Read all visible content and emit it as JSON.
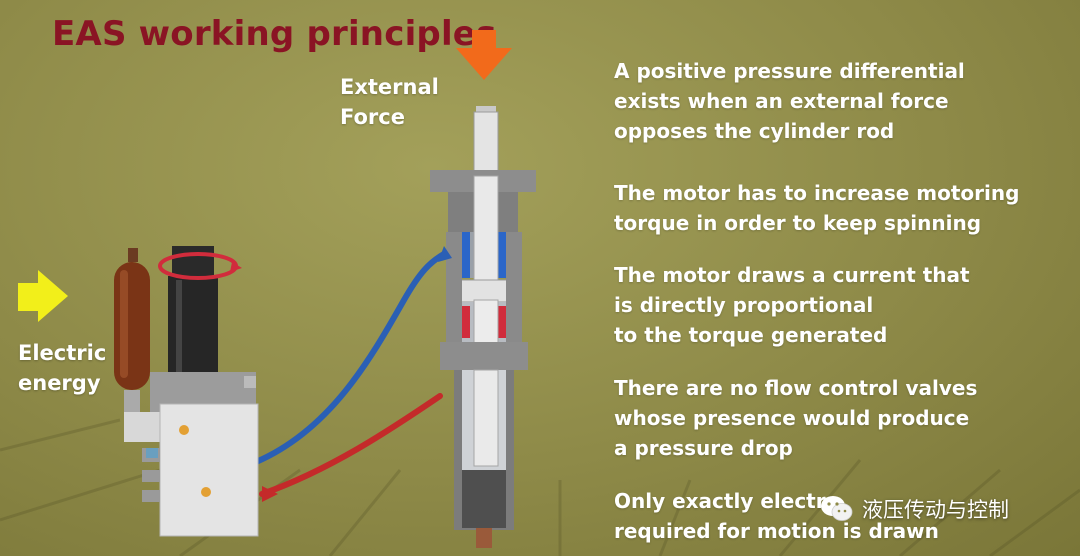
{
  "title": "EAS working principles",
  "labels": {
    "external_force": [
      "External",
      "Force"
    ],
    "electric_energy": [
      "Electric",
      "energy"
    ]
  },
  "paragraphs": [
    [
      "A positive pressure differential",
      "exists when an external force",
      "opposes the cylinder rod"
    ],
    [
      "The motor has to increase motoring",
      "torque in order to keep spinning"
    ],
    [
      "The motor draws a current that",
      "is directly proportional",
      "to the torque generated"
    ],
    [
      "There are no flow control valves",
      "whose presence would produce",
      "a pressure drop"
    ],
    [
      "Only exactly electr",
      "required for motion is drawn"
    ]
  ],
  "watermark": "液压传动与控制",
  "colors": {
    "title": "#8a1424",
    "force_arrow": "#f26a1b",
    "energy_arrow": "#f2ef1a",
    "hose_blue": "#2a5fb5",
    "hose_red": "#c42a2a"
  },
  "icons": {
    "force": "down-arrow-icon",
    "energy": "right-arrow-icon",
    "watermark": "wechat-icon"
  }
}
